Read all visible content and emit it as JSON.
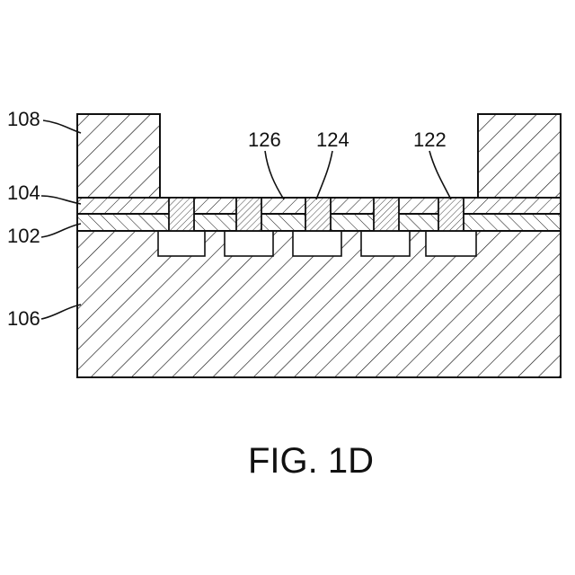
{
  "figure": {
    "caption": "FIG. 1D",
    "labels": {
      "l108": "108",
      "l104": "104",
      "l102": "102",
      "l106": "106",
      "l126": "126",
      "l124": "124",
      "l122": "122"
    }
  }
}
